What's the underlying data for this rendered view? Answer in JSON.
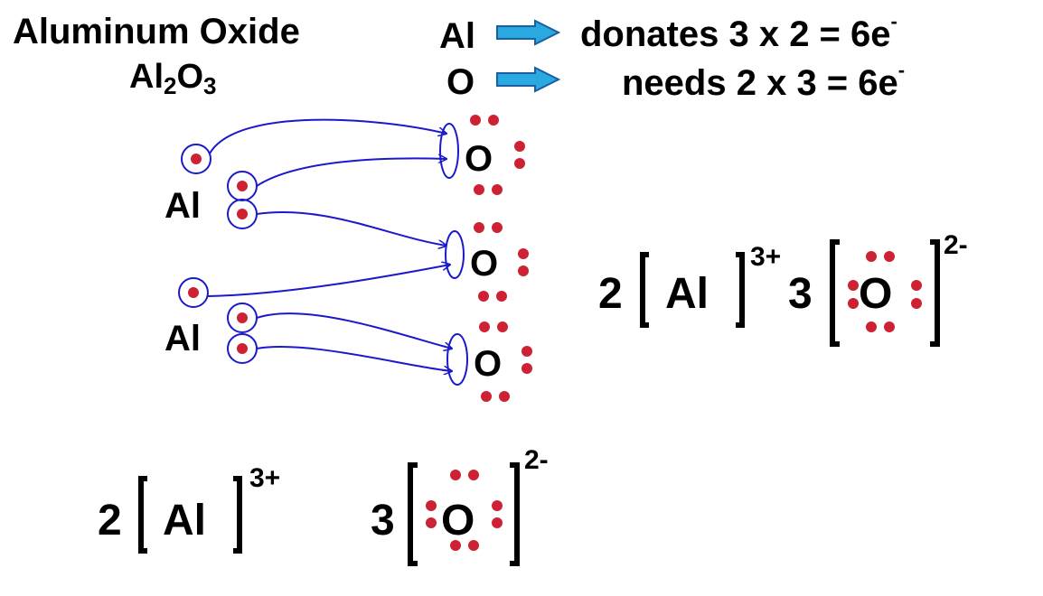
{
  "title": "Aluminum Oxide",
  "formula": {
    "main": "Al",
    "sub1": "2",
    "mid": "O",
    "sub2": "3"
  },
  "rules": {
    "al_symbol": "Al",
    "al_text": "donates 3 x 2 = 6e",
    "o_symbol": "O",
    "o_text": "needs 2 x 3 = 6e",
    "electron_sup": "-"
  },
  "atoms": {
    "al": "Al",
    "o": "O"
  },
  "result_right": {
    "al_coef": "2",
    "al_symbol": "Al",
    "al_charge": "3+",
    "o_coef": "3",
    "o_symbol": "O",
    "o_charge": "2-"
  },
  "result_bottom": {
    "al_coef": "2",
    "al_symbol": "Al",
    "al_charge": "3+",
    "o_coef": "3",
    "o_symbol": "O",
    "o_charge": "2-"
  },
  "colors": {
    "electron": "#cc2233",
    "transfer": "#1a1acc",
    "arrow_fill": "#2aa8e0",
    "arrow_stroke": "#1a5fa0",
    "text": "#000000"
  }
}
